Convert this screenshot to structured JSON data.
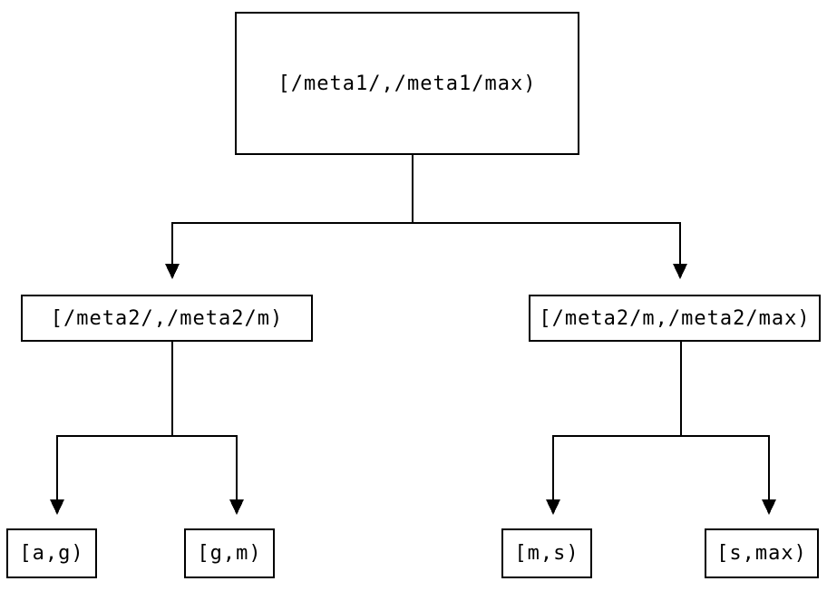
{
  "diagram": {
    "nodes": {
      "root": {
        "label": "[/meta1/,/meta1/max)"
      },
      "left_child": {
        "label": "[/meta2/,/meta2/m)"
      },
      "right_child": {
        "label": "[/meta2/m,/meta2/max)"
      },
      "leaf_1": {
        "label": "[a,g)"
      },
      "leaf_2": {
        "label": "[g,m)"
      },
      "leaf_3": {
        "label": "[m,s)"
      },
      "leaf_4": {
        "label": "[s,max)"
      }
    },
    "colors": {
      "background": "#ffffff",
      "box_border": "#000000",
      "box_fill": "#ffffff",
      "line": "#000000",
      "text": "#000000"
    }
  }
}
